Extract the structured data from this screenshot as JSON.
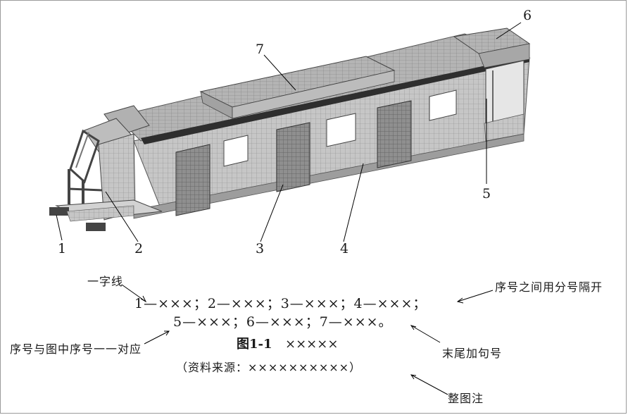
{
  "callouts": {
    "c1": "1",
    "c2": "2",
    "c3": "3",
    "c4": "4",
    "c5": "5",
    "c6": "6",
    "c7": "7"
  },
  "legend": {
    "row1": "1—×××；2—×××；3—×××；4—×××；",
    "row2": "5—×××；6—×××；7—×××。"
  },
  "caption": {
    "label": "图1-1",
    "title": "×××××",
    "source": "（资料来源：××××××××××）"
  },
  "annotations": {
    "dash_note": "一字线",
    "separator_note": "序号之间用分号隔开",
    "match_note": "序号与图中序号一一对应",
    "end_note": "末尾加句号",
    "caption_note": "整图注"
  },
  "colors": {
    "body": "#c9c9c9",
    "body_dark": "#a9a9a9",
    "roof": "#b9b9b9",
    "stripe": "#2e2e2e",
    "outline": "#555555"
  }
}
